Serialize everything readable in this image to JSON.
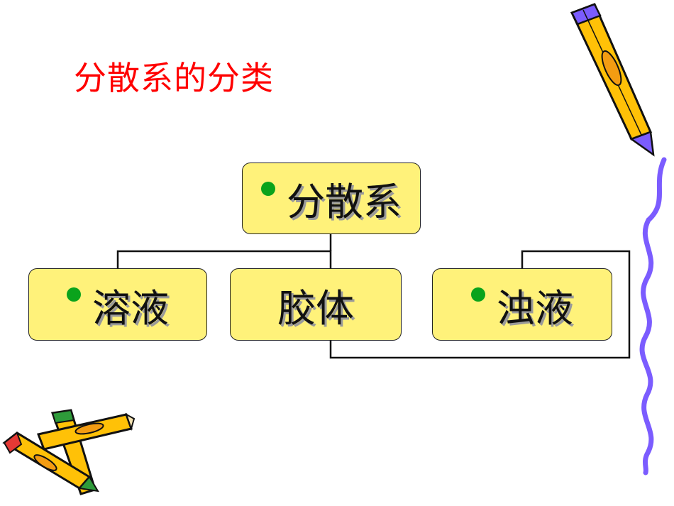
{
  "slide": {
    "title": "分散系的分类",
    "colors": {
      "title": "#ff0000",
      "node_fill": "#fff27a",
      "bullet": "#0aa31c",
      "ribbon": "#7b5cff",
      "pencil": "#ffc107"
    }
  },
  "tree": {
    "root": {
      "label": "分散系",
      "bullet": true
    },
    "children": [
      {
        "label": "溶液",
        "bullet": true
      },
      {
        "label": "胶体",
        "bullet": false
      },
      {
        "label": "浊液",
        "bullet": true
      }
    ]
  },
  "decorations": {
    "top_right": "pencil-icon",
    "bottom_left": "crossed-pencils-icon",
    "right_edge": "wavy-ribbon"
  }
}
